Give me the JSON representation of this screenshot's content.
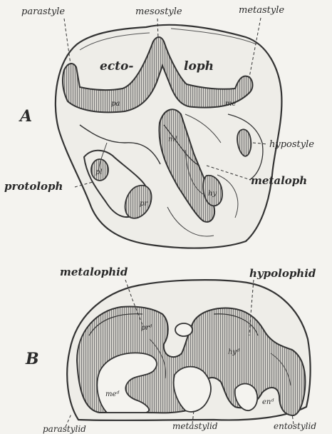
{
  "figure": {
    "A": {
      "letter": "A",
      "labels": {
        "parastyle": "parastyle",
        "mesostyle": "mesostyle",
        "metastyle": "metastyle",
        "ecto": "ecto-",
        "loph": "loph",
        "pa": "pa",
        "me": "me",
        "ml": "ml",
        "hypostyle": "hypostyle",
        "protoloph": "protoloph",
        "metaloph": "metaloph",
        "pl": "pl",
        "pr": "pr",
        "hy": "hy"
      }
    },
    "B": {
      "letter": "B",
      "labels": {
        "metalophid": "metalophid",
        "hypolophid": "hypolophid",
        "prd": "prᵈ",
        "hyd": "hyᵈ",
        "med": "meᵈ",
        "end": "enᵈ",
        "parastylid": "parastylid",
        "metastylid": "metastylid",
        "entostylid": "entostylid"
      }
    }
  }
}
